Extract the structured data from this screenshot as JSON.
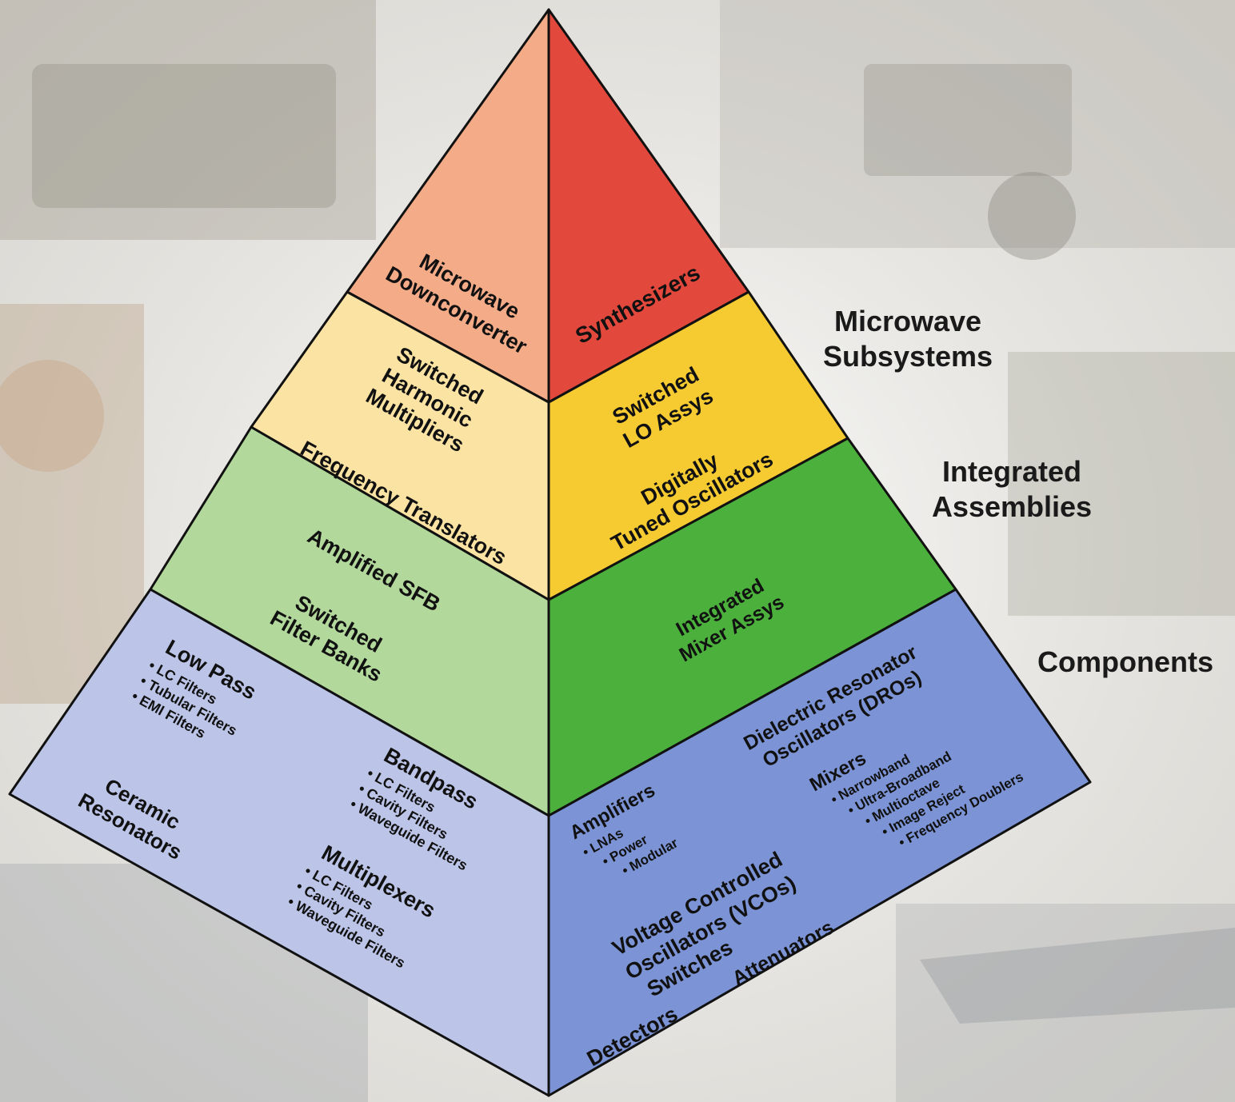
{
  "colors": {
    "background": "#f2f1ee",
    "l1_left": "#f4ab88",
    "l1_right": "#e2483c",
    "l2_left": "#fbe3a3",
    "l2_right": "#f6cb32",
    "l3_left": "#b2d89c",
    "l3_right": "#4cb03c",
    "l4_left": "#bcc5e8",
    "l4_right": "#7c94d6"
  },
  "tiers": [
    {
      "line1": "Microwave",
      "line2": "Subsystems"
    },
    {
      "line1": "Integrated",
      "line2": "Assemblies"
    },
    {
      "line1": "Components",
      "line2": ""
    }
  ],
  "pyramid": {
    "l1_left": [
      "Microwave",
      "Downconverter"
    ],
    "l1_right": [
      "Synthesizers"
    ],
    "l2_left_a": [
      "Switched",
      "Harmonic",
      "Multipliers"
    ],
    "l2_left_b": [
      "Frequency Translators"
    ],
    "l2_right_a": [
      "Switched",
      "LO Assys"
    ],
    "l2_right_b": [
      "Digitally",
      "Tuned Oscillators"
    ],
    "l3_left_a": [
      "Amplified SFB"
    ],
    "l3_left_b": [
      "Switched",
      "Filter Banks"
    ],
    "l3_right": [
      "Integrated",
      "Mixer Assys"
    ],
    "low_pass": {
      "title": "Low Pass",
      "items": [
        "• LC Filters",
        "• Tubular Filters",
        "• EMI Filters"
      ]
    },
    "ceramic": [
      "Ceramic",
      "Resonators"
    ],
    "bandpass": {
      "title": "Bandpass",
      "items": [
        "• LC Filters",
        "• Cavity Filters",
        "• Waveguide Filters"
      ]
    },
    "multiplexers": {
      "title": "Multiplexers",
      "items": [
        "• LC Filters",
        "• Cavity Filters",
        "• Waveguide Filters"
      ]
    },
    "dro": [
      "Dielectric Resonator",
      "Oscillators (DROs)"
    ],
    "amplifiers": {
      "title": "Amplifiers",
      "items": [
        "• LNAs",
        "• Power",
        "• Modular"
      ]
    },
    "mixers": {
      "title": "Mixers",
      "items": [
        "• Narrowband",
        "• Ultra-Broadband",
        "• Multioctave",
        "• Image Reject",
        "• Frequency Doublers"
      ]
    },
    "vco": [
      "Voltage Controlled",
      "Oscillators (VCOs)"
    ],
    "switches": "Switches",
    "attenuators": "Attenuators",
    "detectors": "Detectors"
  }
}
